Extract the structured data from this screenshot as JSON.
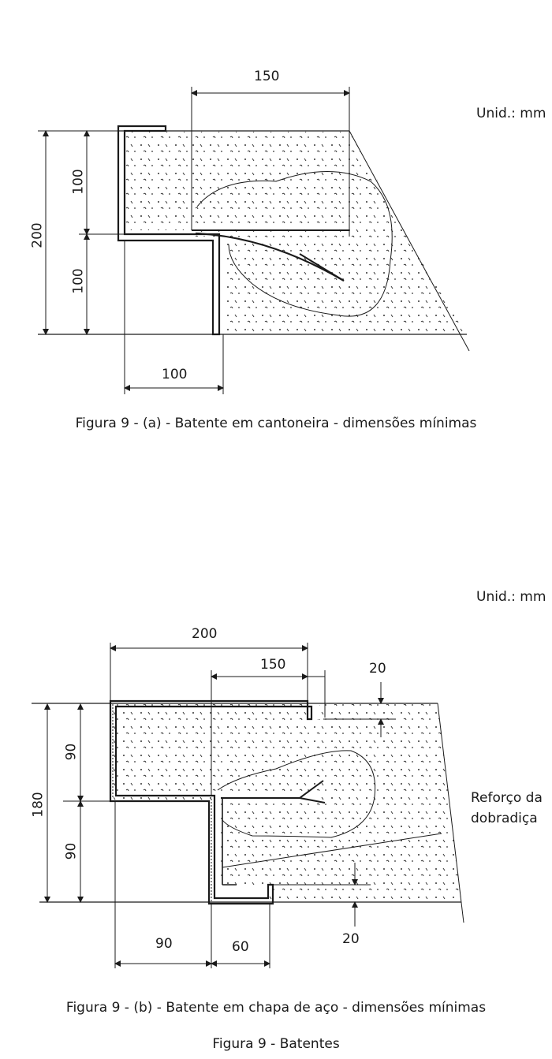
{
  "figure_a": {
    "unit": "Unid.: mm",
    "dims": {
      "top": "150",
      "height_total": "200",
      "height_upper": "100",
      "height_lower": "100",
      "bottom": "100"
    },
    "caption": "Figura 9 - (a) - Batente em cantoneira - dimensões mínimas"
  },
  "figure_b": {
    "unit": "Unid.: mm",
    "dims": {
      "top_outer": "200",
      "top_inner": "150",
      "gap_top": "20",
      "gap_bottom": "20",
      "height_total": "180",
      "height_upper": "90",
      "height_lower": "90",
      "bottom_left": "90",
      "bottom_right": "60"
    },
    "label_reinforcement_line1": "Reforço da",
    "label_reinforcement_line2": "dobradiça",
    "caption": "Figura 9 - (b) - Batente em chapa de aço - dimensões mínimas"
  },
  "main_caption": "Figura 9 - Batentes",
  "colors": {
    "ink": "#1a1a1a",
    "concrete_fill": "#f6f6f6"
  }
}
